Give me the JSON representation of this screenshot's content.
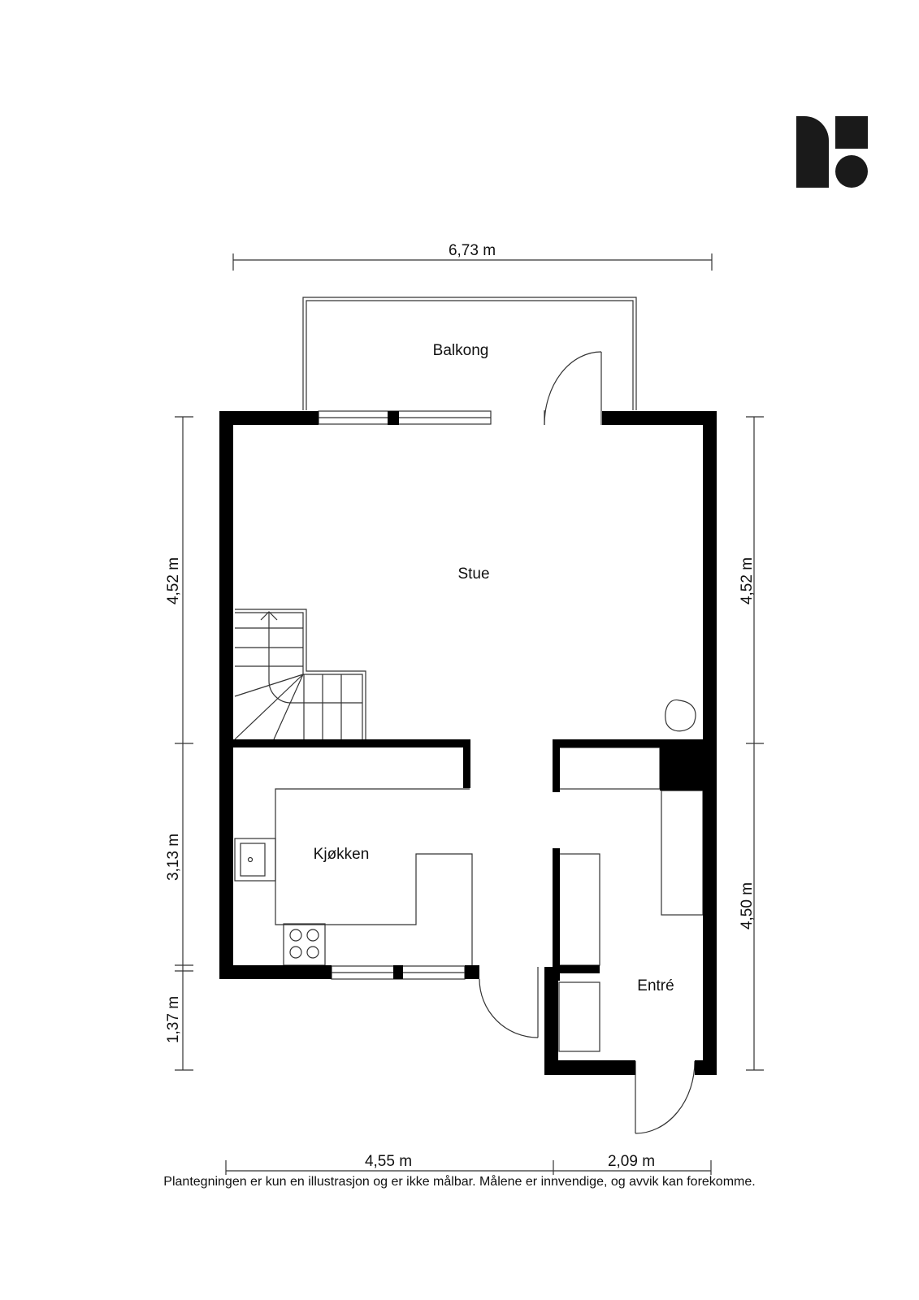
{
  "logo": {
    "icon": "brand-logo-icon",
    "color": "#1a1a1a"
  },
  "rooms": {
    "balkong": "Balkong",
    "stue": "Stue",
    "kjokken": "Kjøkken",
    "entre": "Entré"
  },
  "dimensions": {
    "top": "6,73 m",
    "left_upper": "4,52 m",
    "left_middle": "3,13 m",
    "left_lower": "1,37 m",
    "right_upper": "4,52 m",
    "right_lower": "4,50 m",
    "bottom_left": "4,55 m",
    "bottom_right": "2,09 m"
  },
  "footer": {
    "disclaimer": "Plantegningen er kun en illustrasjon og er ikke målbar. Målene er innvendige, og avvik kan forekomme."
  },
  "colors": {
    "wall": "#000000",
    "line": "#333333",
    "background": "#ffffff"
  }
}
